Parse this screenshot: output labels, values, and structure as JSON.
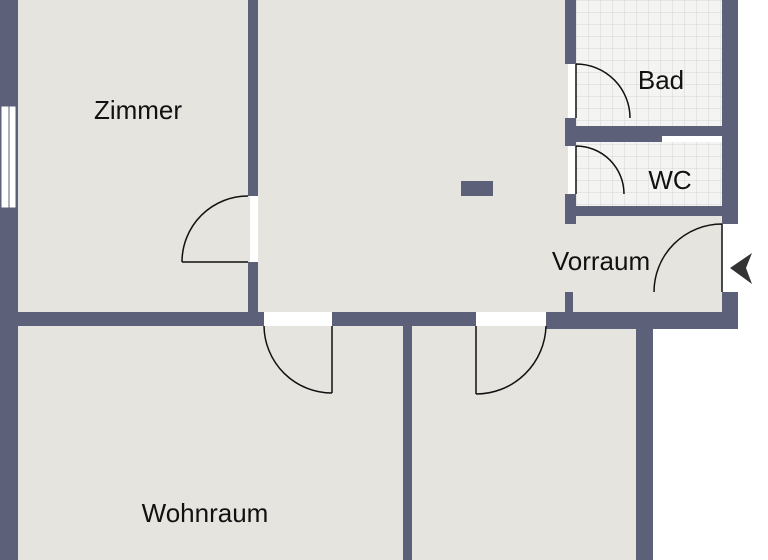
{
  "floorplan": {
    "rooms": [
      {
        "id": "zimmer",
        "label": "Zimmer"
      },
      {
        "id": "bad",
        "label": "Bad"
      },
      {
        "id": "wc",
        "label": "WC"
      },
      {
        "id": "vorraum",
        "label": "Vorraum"
      },
      {
        "id": "wohnraum",
        "label": "Wohnraum"
      }
    ],
    "entrance_marker": "entrance-arrow-icon",
    "colors": {
      "wall": "#5c6078",
      "floor": "#e6e4de",
      "tile_floor": "#f4f4f2",
      "tile_grid": "#d6d6d6",
      "door_line": "#111111",
      "window": "#ffffff",
      "label": "#111111"
    }
  }
}
